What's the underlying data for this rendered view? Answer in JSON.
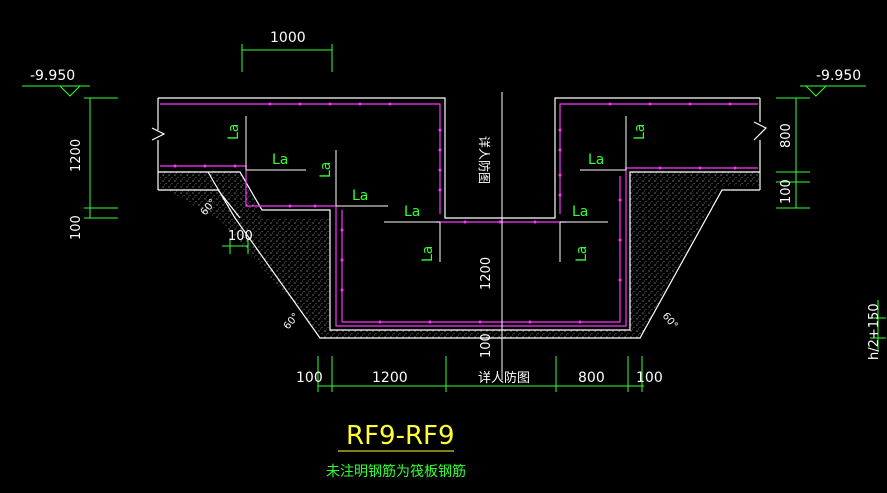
{
  "colors": {
    "background": "#000000",
    "outline": "#ffffff",
    "rebar": "#ff33ff",
    "dim": "#33ff33",
    "text": "#ffffff",
    "title": "#ffff33",
    "note": "#33ff33",
    "hatch": "#bfbfbf"
  },
  "elevations": {
    "left": "-9.950",
    "right": "-9.950"
  },
  "dimensions": {
    "top_width": "1000",
    "left_h1": "1200",
    "left_h2": "100",
    "right_h1": "800",
    "right_h2": "100",
    "inner_depth": "1200",
    "left_offset": "100",
    "bottom_100_a": "100",
    "bottom_1200": "1200",
    "bottom_ref": "详人防图",
    "bottom_800": "800",
    "bottom_100_b": "100",
    "center_100": "100",
    "right_note": "h/2+150"
  },
  "angles": [
    "60°",
    "60°",
    "60°"
  ],
  "lap_labels": [
    "La",
    "La",
    "La",
    "La",
    "La",
    "La",
    "La",
    "La",
    "La"
  ],
  "vertical_ref": "详人防图",
  "title": "RF9-RF9",
  "note": "未注明钢筋为筏板钢筋"
}
